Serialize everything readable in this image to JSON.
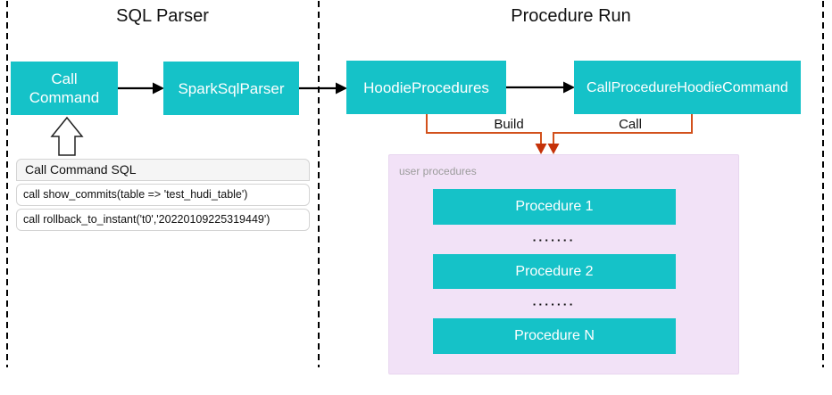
{
  "colors": {
    "teal": "#15C2C8",
    "pink": "#F2E2F7",
    "orange": "#D2511C",
    "red": "#C53209"
  },
  "sections": {
    "sql_parser_title": "SQL Parser",
    "procedure_run_title": "Procedure Run"
  },
  "nodes": {
    "call_command": "Call Command",
    "spark_sql_parser": "SparkSqlParser",
    "hoodie_procedures": "HoodieProcedures",
    "call_procedure_hoodie_command": "CallProcedureHoodieCommand"
  },
  "sql_box": {
    "header": "Call Command SQL",
    "rows": [
      "call show_commits(table => 'test_hudi_table')",
      "call rollback_to_instant('t0','20220109225319449')"
    ]
  },
  "edge_labels": {
    "build": "Build",
    "call": "Call"
  },
  "user_procedures": {
    "label": "user procedures",
    "dots": "▪▪▪▪▪▪▪",
    "items": [
      "Procedure 1",
      "Procedure 2",
      "Procedure N"
    ]
  }
}
